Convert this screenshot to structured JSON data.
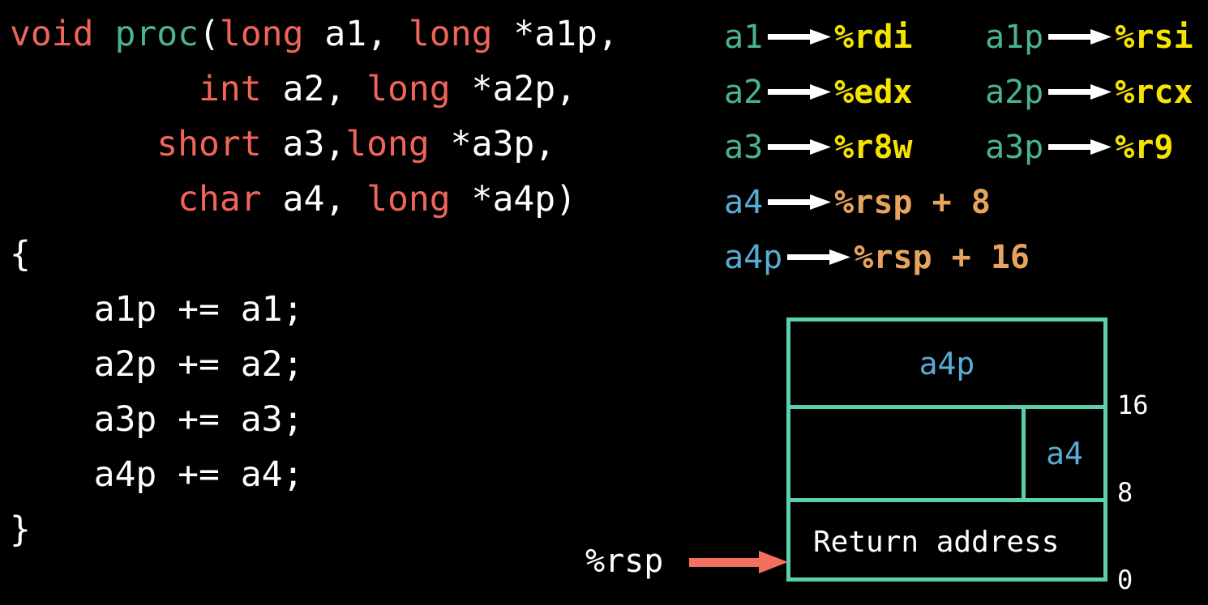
{
  "colors": {
    "background": "#000000",
    "keyword": "#F0655A",
    "function_name": "#4CB391",
    "plain_text": "#ffffff",
    "arg_teal": "#4CB391",
    "arg_blue": "#58ACD4",
    "register_yellow": "#F5E400",
    "memory_orange": "#E8A45F",
    "box_border": "#5BCFB0",
    "rsp_arrow": "#F4705E",
    "map_arrow": "#ffffff"
  },
  "code": {
    "lines": [
      {
        "indent": "",
        "tokens": [
          {
            "text": "void",
            "style": "kw"
          },
          {
            "text": " ",
            "style": "pl"
          },
          {
            "text": "proc",
            "style": "fn"
          },
          {
            "text": "(",
            "style": "pl"
          },
          {
            "text": "long",
            "style": "kw"
          },
          {
            "text": " a1, ",
            "style": "pl"
          },
          {
            "text": "long",
            "style": "kw"
          },
          {
            "text": " *a1p,",
            "style": "pl"
          }
        ]
      },
      {
        "indent": "         ",
        "tokens": [
          {
            "text": "int",
            "style": "kw"
          },
          {
            "text": " a2, ",
            "style": "pl"
          },
          {
            "text": "long",
            "style": "kw"
          },
          {
            "text": " *a2p,",
            "style": "pl"
          }
        ]
      },
      {
        "indent": "       ",
        "tokens": [
          {
            "text": "short",
            "style": "kw"
          },
          {
            "text": " a3,",
            "style": "pl"
          },
          {
            "text": "long",
            "style": "kw"
          },
          {
            "text": " *a3p,",
            "style": "pl"
          }
        ]
      },
      {
        "indent": "        ",
        "tokens": [
          {
            "text": "char",
            "style": "kw"
          },
          {
            "text": " a4, ",
            "style": "pl"
          },
          {
            "text": "long",
            "style": "kw"
          },
          {
            "text": " *a4p)",
            "style": "pl"
          }
        ]
      },
      {
        "indent": "",
        "tokens": [
          {
            "text": "{",
            "style": "pl"
          }
        ]
      },
      {
        "indent": "",
        "tokens": [
          {
            "text": "",
            "style": "pl"
          }
        ]
      },
      {
        "indent": "    ",
        "tokens": [
          {
            "text": "a1p += a1;",
            "style": "pl"
          }
        ]
      },
      {
        "indent": "    ",
        "tokens": [
          {
            "text": "a2p += a2;",
            "style": "pl"
          }
        ]
      },
      {
        "indent": "    ",
        "tokens": [
          {
            "text": "a3p += a3;",
            "style": "pl"
          }
        ]
      },
      {
        "indent": "    ",
        "tokens": [
          {
            "text": "a4p += a4;",
            "style": "pl"
          }
        ]
      },
      {
        "indent": "",
        "tokens": [
          {
            "text": "",
            "style": "pl"
          }
        ]
      },
      {
        "indent": "",
        "tokens": [
          {
            "text": "}",
            "style": "pl"
          }
        ]
      }
    ]
  },
  "register_map": {
    "arrow_icon": "right-arrow-icon",
    "rows": [
      {
        "left": {
          "arg": "a1",
          "arg_color": "teal",
          "dest": "%rdi",
          "dest_color": "yellow"
        },
        "right": {
          "arg": "a1p",
          "arg_color": "teal",
          "dest": "%rsi",
          "dest_color": "yellow"
        }
      },
      {
        "left": {
          "arg": "a2",
          "arg_color": "teal",
          "dest": "%edx",
          "dest_color": "yellow"
        },
        "right": {
          "arg": "a2p",
          "arg_color": "teal",
          "dest": "%rcx",
          "dest_color": "yellow"
        }
      },
      {
        "left": {
          "arg": "a3",
          "arg_color": "teal",
          "dest": "%r8w",
          "dest_color": "yellow"
        },
        "right": {
          "arg": "a3p",
          "arg_color": "teal",
          "dest": "%r9",
          "dest_color": "yellow"
        }
      },
      {
        "left": {
          "arg": "a4",
          "arg_color": "blue",
          "dest": "%rsp + 8",
          "dest_color": "orange"
        },
        "right": null
      },
      {
        "left": {
          "arg": "a4p",
          "arg_color": "blue",
          "dest": "%rsp + 16",
          "dest_color": "orange"
        },
        "right": null
      }
    ]
  },
  "stack_diagram": {
    "pointer_label": "%rsp",
    "pointer_arrow_icon": "right-arrow-icon",
    "cells": {
      "top": "a4p",
      "middle_left": "",
      "middle_right": "a4",
      "bottom": "Return address"
    },
    "offsets": [
      "16",
      "8",
      "0"
    ]
  }
}
